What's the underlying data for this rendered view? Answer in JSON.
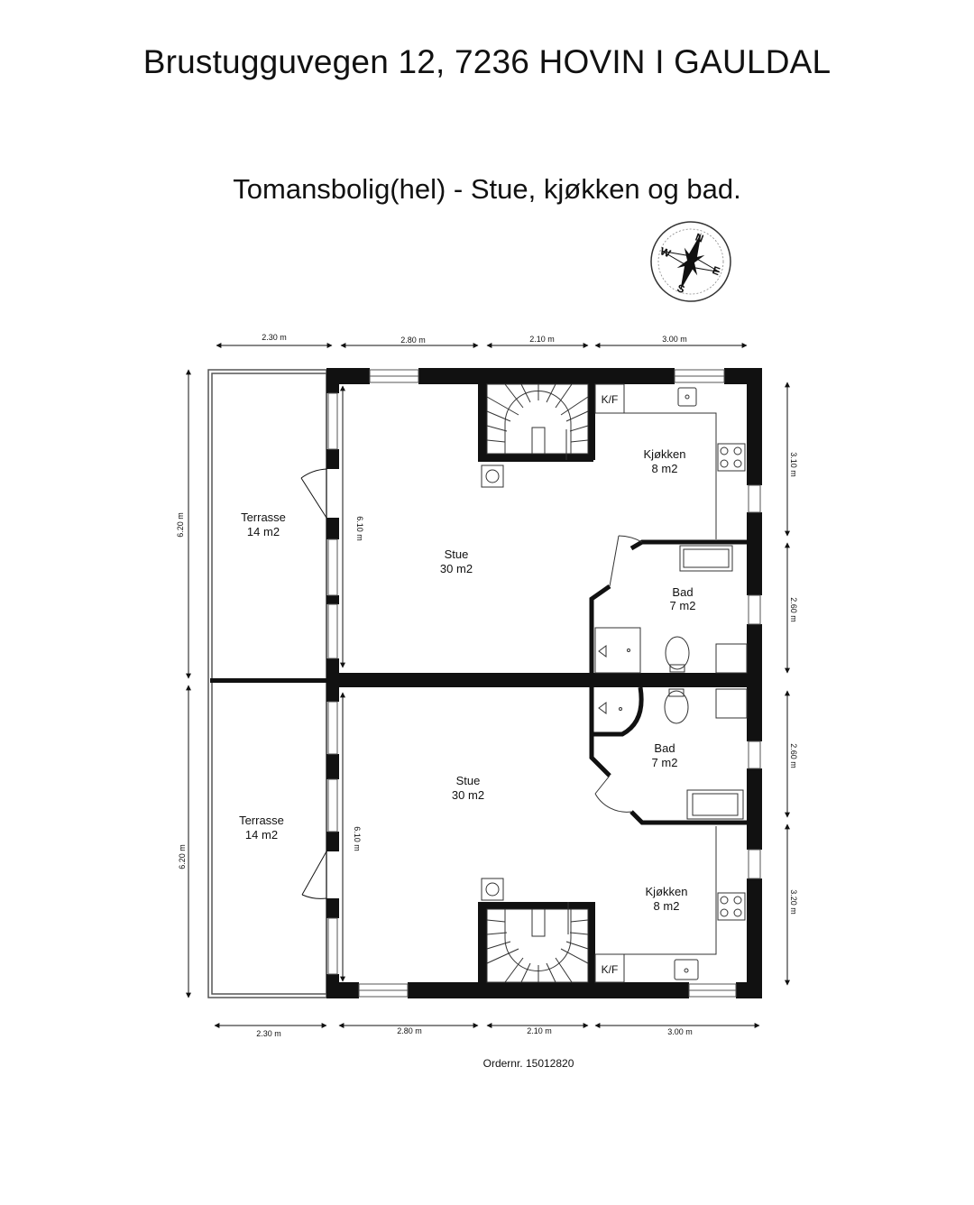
{
  "header": {
    "address": "Brustugguvegen 12, 7236 HOVIN I GAULDAL",
    "description": "Tomansbolig(hel) - Stue, kjøkken og bad."
  },
  "compass": {
    "n": "N",
    "e": "E",
    "s": "S",
    "w": "W"
  },
  "rooms": {
    "terrace_top": {
      "name": "Terrasse",
      "area": "14 m2"
    },
    "terrace_bottom": {
      "name": "Terrasse",
      "area": "14 m2"
    },
    "living_top": {
      "name": "Stue",
      "area": "30 m2"
    },
    "living_bottom": {
      "name": "Stue",
      "area": "30 m2"
    },
    "kitchen_top": {
      "name": "Kjøkken",
      "area": "8 m2"
    },
    "kitchen_bottom": {
      "name": "Kjøkken",
      "area": "8 m2"
    },
    "bath_top": {
      "name": "Bad",
      "area": "7 m2"
    },
    "bath_bottom": {
      "name": "Bad",
      "area": "7 m2"
    },
    "kf_label": "K/F"
  },
  "dimensions": {
    "top": [
      "2.30 m",
      "2.80 m",
      "2.10 m",
      "3.00 m"
    ],
    "bottom": [
      "2.30 m",
      "2.80 m",
      "2.10 m",
      "3.00 m"
    ],
    "left": [
      "6.20 m",
      "6.20 m"
    ],
    "right": [
      "3.10 m",
      "2.60 m",
      "2.60 m",
      "3.20 m"
    ],
    "inner": [
      "6.10 m",
      "6.10 m"
    ]
  },
  "footer": {
    "order": "Ordernr. 15012820"
  }
}
